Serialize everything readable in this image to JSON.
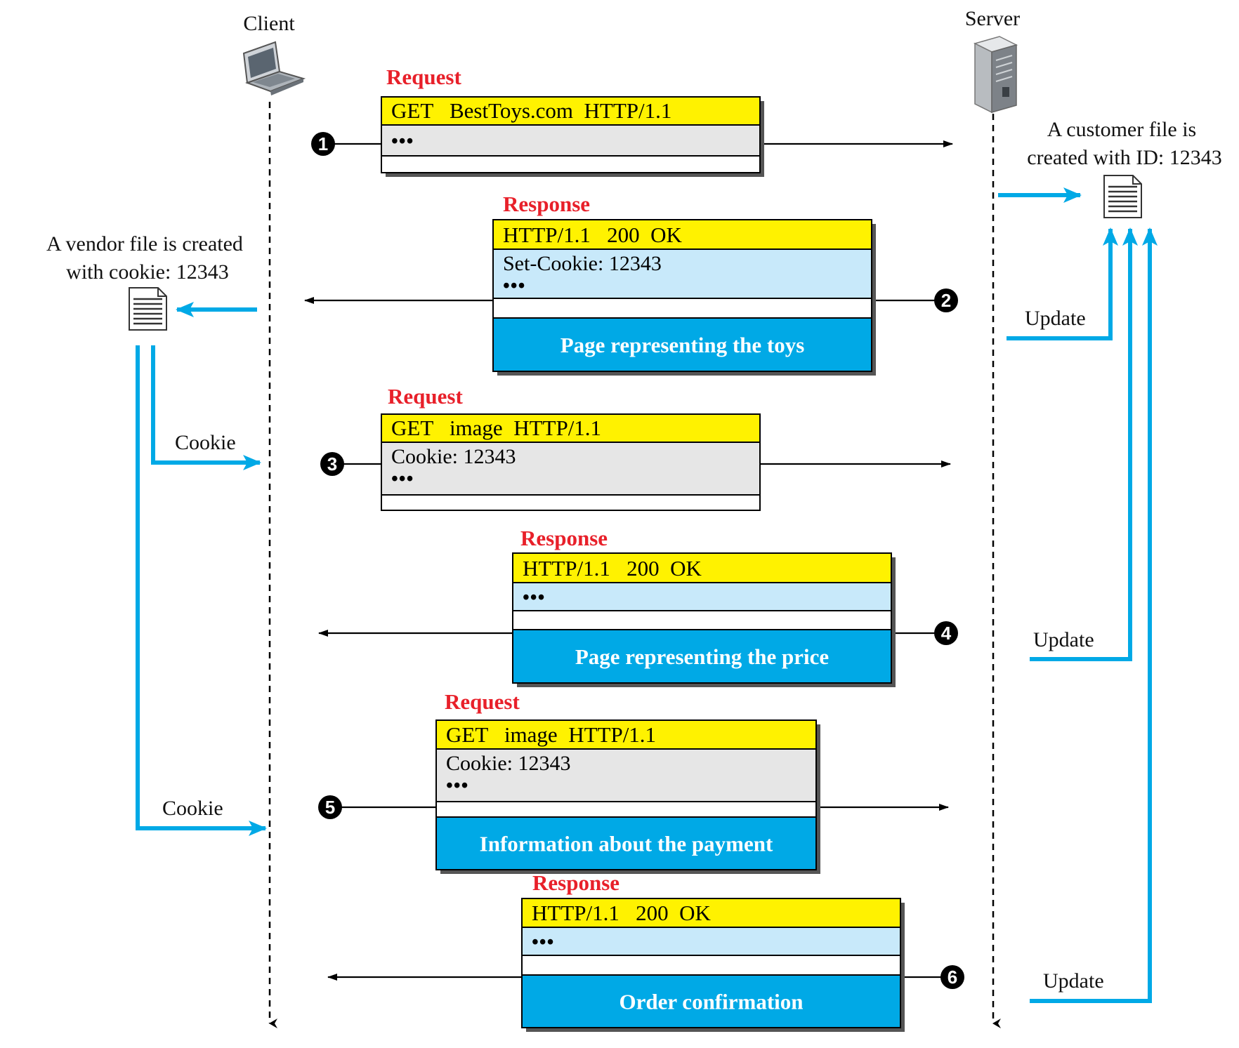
{
  "actors": {
    "client": "Client",
    "server": "Server"
  },
  "notes": {
    "vendor_file_line1": "A vendor file is created",
    "vendor_file_line2": "with cookie: 12343",
    "customer_file_line1": "A customer file is",
    "customer_file_line2": "created with ID: 12343"
  },
  "flows": {
    "cookie_1": "Cookie",
    "cookie_2": "Cookie",
    "update_1": "Update",
    "update_2": "Update",
    "update_3": "Update"
  },
  "messages": [
    {
      "step": "1",
      "kind": "Request",
      "header": "GET   BestToys.com  HTTP/1.1",
      "fields": [],
      "dots": "•••",
      "body": ""
    },
    {
      "step": "2",
      "kind": "Response",
      "header": "HTTP/1.1   200  OK",
      "fields": [
        "Set-Cookie: 12343"
      ],
      "dots": "•••",
      "body": "Page representing the toys"
    },
    {
      "step": "3",
      "kind": "Request",
      "header": "GET   image  HTTP/1.1",
      "fields": [
        "Cookie: 12343"
      ],
      "dots": "•••",
      "body": ""
    },
    {
      "step": "4",
      "kind": "Response",
      "header": "HTTP/1.1   200  OK",
      "fields": [],
      "dots": "•••",
      "body": "Page representing the price"
    },
    {
      "step": "5",
      "kind": "Request",
      "header": "GET   image  HTTP/1.1",
      "fields": [
        "Cookie: 12343"
      ],
      "dots": "•••",
      "body": "Information about the payment"
    },
    {
      "step": "6",
      "kind": "Response",
      "header": "HTTP/1.1   200  OK",
      "fields": [],
      "dots": "•••",
      "body": "Order confirmation"
    }
  ],
  "colors": {
    "header": "#fff200",
    "request_field": "#e6e6e6",
    "response_field": "#c8e9fa",
    "body": "#00a9e6",
    "flow": "#00a9e6",
    "label_red": "#e8202a"
  },
  "icons": {
    "client": "laptop-icon",
    "server": "server-tower-icon",
    "file": "document-icon"
  }
}
